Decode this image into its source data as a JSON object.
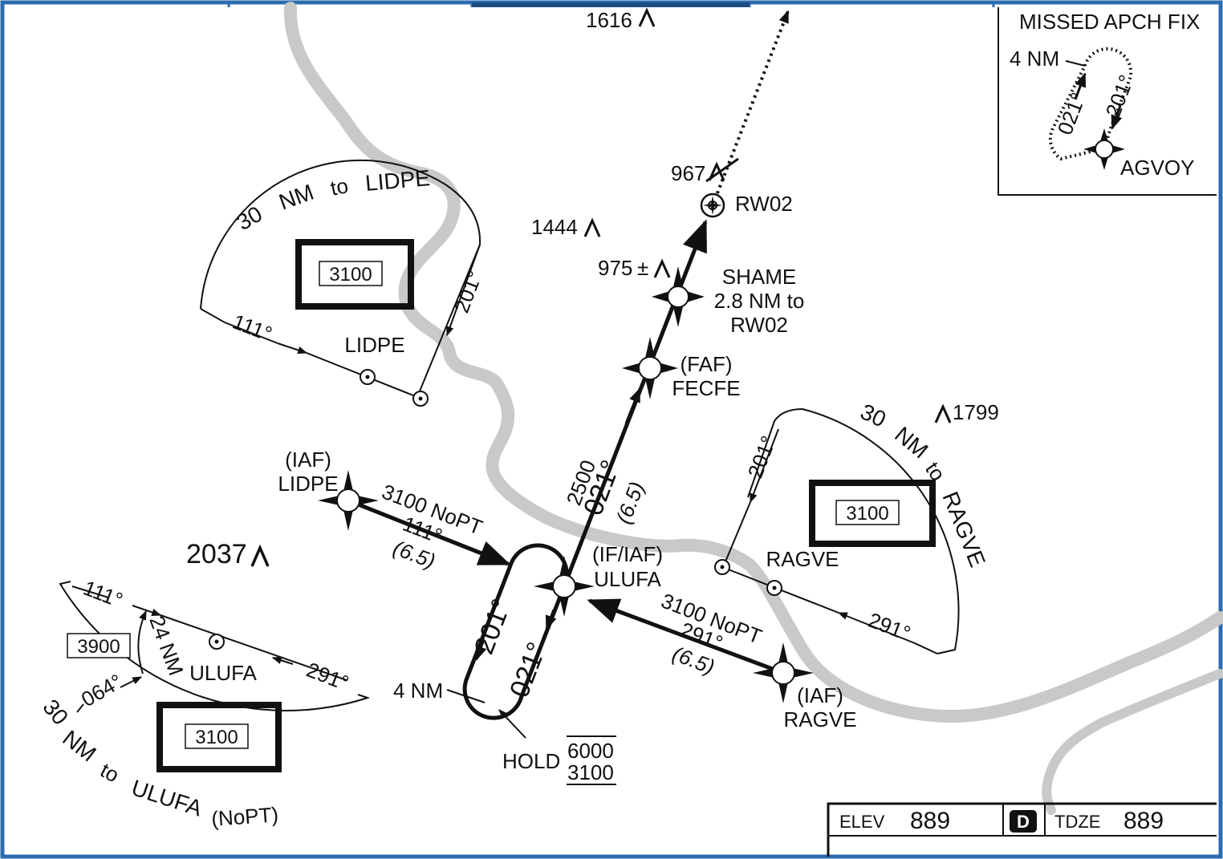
{
  "peaks": [
    {
      "elev": "1616"
    },
    {
      "elev": "1444"
    },
    {
      "elev": "975",
      "suffix": "±"
    },
    {
      "elev": "967"
    },
    {
      "elev": "1799"
    },
    {
      "elev": "2037"
    }
  ],
  "runway": {
    "name": "RW02"
  },
  "fixes": {
    "shame": {
      "line1": "SHAME",
      "line2": "2.8 NM to",
      "line3": "RW02"
    },
    "fecfe": {
      "role": "(FAF)",
      "name": "FECFE"
    },
    "ulufa": {
      "role": "(IF/IAF)",
      "name": "ULUFA"
    },
    "lidpe_iaf": {
      "role": "(IAF)",
      "name": "LIDPE"
    },
    "ragve_iaf": {
      "role": "(IAF)",
      "name": "RAGVE"
    }
  },
  "final_course": {
    "altitude": "2500",
    "course": "021°",
    "distance": "(6.5)"
  },
  "routes": {
    "lidpe": {
      "altitude": "3100 NoPT",
      "course": "111°",
      "distance": "(6.5)"
    },
    "ragve": {
      "altitude": "3100 NoPT",
      "course": "291°",
      "distance": "(6.5)"
    }
  },
  "hold": {
    "label": "HOLD",
    "alt_max": "6000",
    "alt_min": "3100",
    "inbound": "021°",
    "outbound": "201°",
    "leg": "4 NM"
  },
  "taa_lidpe": {
    "arc": [
      "30",
      "NM",
      "to",
      "LIDPE"
    ],
    "inbound": "111°",
    "outbound": "201°",
    "fix": "LIDPE",
    "altitude": "3100"
  },
  "taa_ragve": {
    "arc": [
      "30",
      "NM",
      "to",
      "RAGVE"
    ],
    "inbound": "291°",
    "outbound": "201°",
    "fix": "RAGVE",
    "altitude": "3100"
  },
  "taa_ulufa": {
    "arc": [
      "30",
      "NM",
      "to",
      "ULUFA",
      "(NoPT)"
    ],
    "left_course": "111°",
    "right_course": "291°",
    "divider": "064°",
    "inner_dist": "24 NM",
    "fix": "ULUFA",
    "inner_altitude": "3900",
    "outer_altitude": "3100"
  },
  "missed_approach": {
    "title": "MISSED APCH FIX",
    "leg": "4 NM",
    "outbound": "201°",
    "inbound": "021°",
    "fix": "AGVOY"
  },
  "elevations": {
    "elev_label": "ELEV",
    "elev_value": "889",
    "badge": "D",
    "tdze_label": "TDZE",
    "tdze_value": "889"
  },
  "colors": {
    "frame": "#2b6bb2",
    "river": "#c9c9c9",
    "ink": "#111111"
  }
}
